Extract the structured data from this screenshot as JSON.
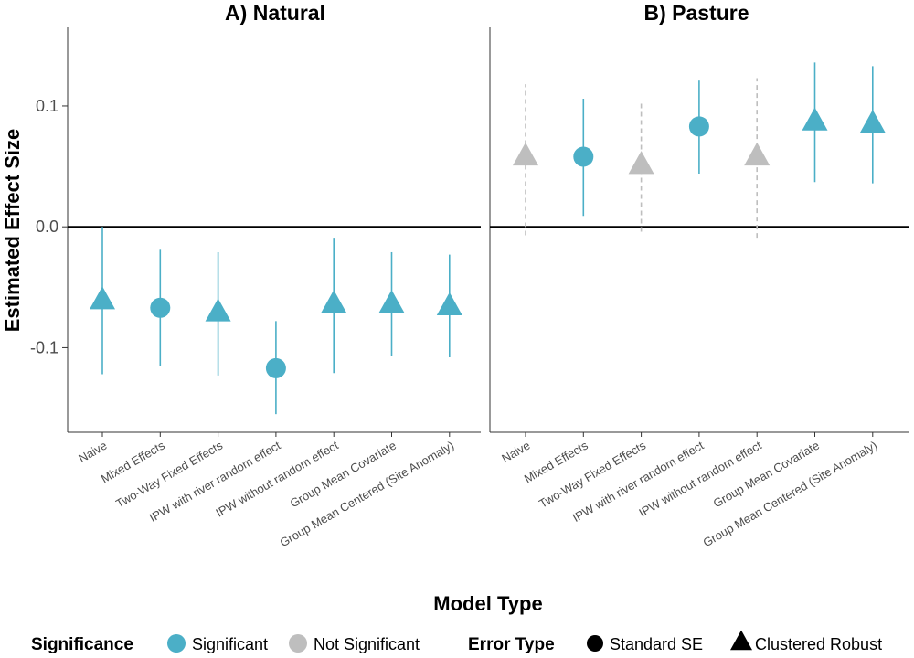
{
  "chart_data": {
    "type": "scatter",
    "ylabel": "Estimated Effect Size",
    "xlabel": "Model Type",
    "ylim": [
      -0.17,
      0.165
    ],
    "y_ticks": [
      "0.1",
      "0.0",
      "-0.1"
    ],
    "y_tick_values": [
      0.1,
      0.0,
      -0.1
    ],
    "reference_line": 0.0,
    "categories": [
      "Naive",
      "Mixed Effects",
      "Two-Way Fixed Effects",
      "IPW with river random effect",
      "IPW without random effect",
      "Group Mean Covariate",
      "Group Mean Centered (Site Anomaly)"
    ],
    "colors": {
      "significant": "#4BAFC7",
      "not_significant": "#BEBEBE"
    },
    "panels": [
      {
        "title": "A) Natural",
        "points": [
          {
            "category": "Naive",
            "estimate": -0.061,
            "lower": -0.122,
            "upper": 0.0,
            "significance": "Significant",
            "error_type": "Clustered Robust"
          },
          {
            "category": "Mixed Effects",
            "estimate": -0.067,
            "lower": -0.115,
            "upper": -0.019,
            "significance": "Significant",
            "error_type": "Standard SE"
          },
          {
            "category": "Two-Way Fixed Effects",
            "estimate": -0.071,
            "lower": -0.123,
            "upper": -0.021,
            "significance": "Significant",
            "error_type": "Clustered Robust"
          },
          {
            "category": "IPW with river random effect",
            "estimate": -0.117,
            "lower": -0.155,
            "upper": -0.078,
            "significance": "Significant",
            "error_type": "Standard SE"
          },
          {
            "category": "IPW without random effect",
            "estimate": -0.064,
            "lower": -0.121,
            "upper": -0.009,
            "significance": "Significant",
            "error_type": "Clustered Robust"
          },
          {
            "category": "Group Mean Covariate",
            "estimate": -0.064,
            "lower": -0.107,
            "upper": -0.021,
            "significance": "Significant",
            "error_type": "Clustered Robust"
          },
          {
            "category": "Group Mean Centered (Site Anomaly)",
            "estimate": -0.066,
            "lower": -0.108,
            "upper": -0.023,
            "significance": "Significant",
            "error_type": "Clustered Robust"
          }
        ]
      },
      {
        "title": "B) Pasture",
        "points": [
          {
            "category": "Naive",
            "estimate": 0.058,
            "lower": -0.007,
            "upper": 0.118,
            "significance": "Not Significant",
            "error_type": "Clustered Robust"
          },
          {
            "category": "Mixed Effects",
            "estimate": 0.058,
            "lower": 0.009,
            "upper": 0.106,
            "significance": "Significant",
            "error_type": "Standard SE"
          },
          {
            "category": "Two-Way Fixed Effects",
            "estimate": 0.051,
            "lower": -0.004,
            "upper": 0.104,
            "significance": "Not Significant",
            "error_type": "Clustered Robust"
          },
          {
            "category": "IPW with river random effect",
            "estimate": 0.083,
            "lower": 0.044,
            "upper": 0.121,
            "significance": "Significant",
            "error_type": "Standard SE"
          },
          {
            "category": "IPW without random effect",
            "estimate": 0.058,
            "lower": -0.009,
            "upper": 0.123,
            "significance": "Not Significant",
            "error_type": "Clustered Robust"
          },
          {
            "category": "Group Mean Covariate",
            "estimate": 0.087,
            "lower": 0.037,
            "upper": 0.136,
            "significance": "Significant",
            "error_type": "Clustered Robust"
          },
          {
            "category": "Group Mean Centered (Site Anomaly)",
            "estimate": 0.085,
            "lower": 0.036,
            "upper": 0.133,
            "significance": "Significant",
            "error_type": "Clustered Robust"
          }
        ]
      }
    ],
    "legend": {
      "position": "bottom",
      "significance_title": "Significance",
      "significance_items": [
        "Significant",
        "Not Significant"
      ],
      "error_type_title": "Error Type",
      "error_type_items": [
        "Standard SE",
        "Clustered Robust"
      ]
    }
  }
}
